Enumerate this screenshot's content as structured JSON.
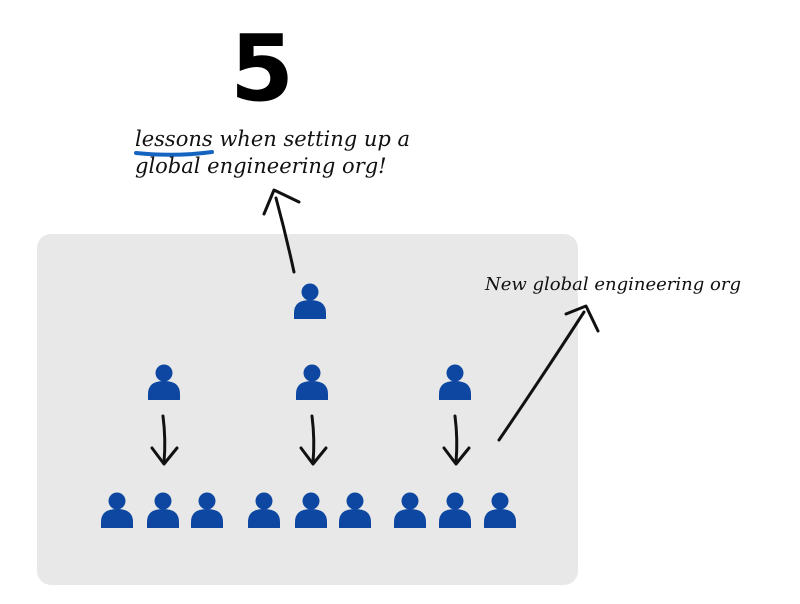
{
  "headline": {
    "number": "5",
    "highlight_word": "lessons",
    "line1_rest": " when setting up a",
    "line2": "global engineering org!"
  },
  "annotation": {
    "label": "New global engineering org"
  },
  "colors": {
    "background": "#ffffff",
    "panel": "#e8e8e8",
    "person": "#0d47a1",
    "underline": "#1565c0",
    "ink": "#111111"
  },
  "org_chart": {
    "levels": [
      {
        "level": "leader",
        "count": 1
      },
      {
        "level": "managers",
        "count": 3
      },
      {
        "level": "team-members",
        "count": 9,
        "per_manager": 3
      }
    ]
  },
  "icons": {
    "person": "person-icon",
    "arrow": "hand-drawn-arrow"
  }
}
